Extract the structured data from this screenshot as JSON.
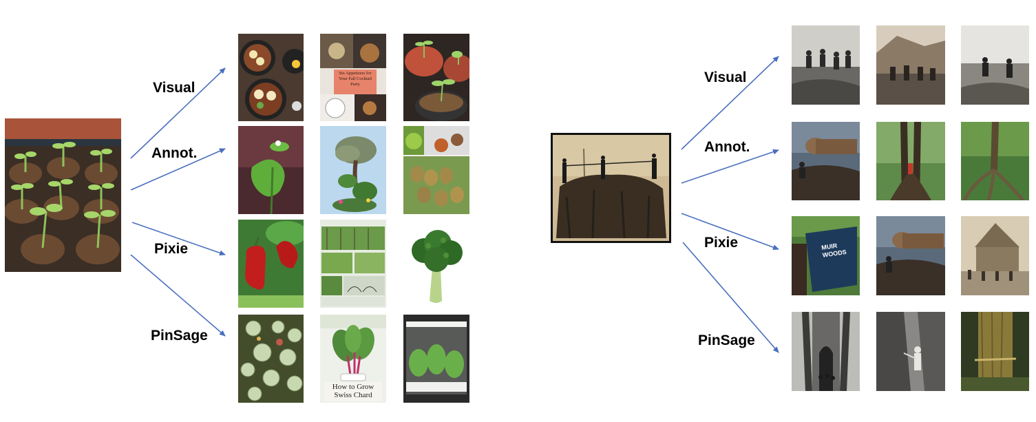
{
  "methods": [
    "Visual",
    "Annot.",
    "Pixie",
    "PinSage"
  ],
  "left": {
    "query_icon": "seedling-tray-photo",
    "overlay_texts": {
      "appetizer_card": "Six Appetizers for Your Fall Cocktail Party",
      "swiss_chard": "How to Grow Swiss Chard"
    }
  },
  "right": {
    "query_icon": "vintage-lumberjacks-on-stump-photo",
    "sign_text": "MUIR WOODS"
  },
  "colors": {
    "arrow": "#4a6fbf",
    "label": "#000000",
    "frame": "#111111"
  }
}
